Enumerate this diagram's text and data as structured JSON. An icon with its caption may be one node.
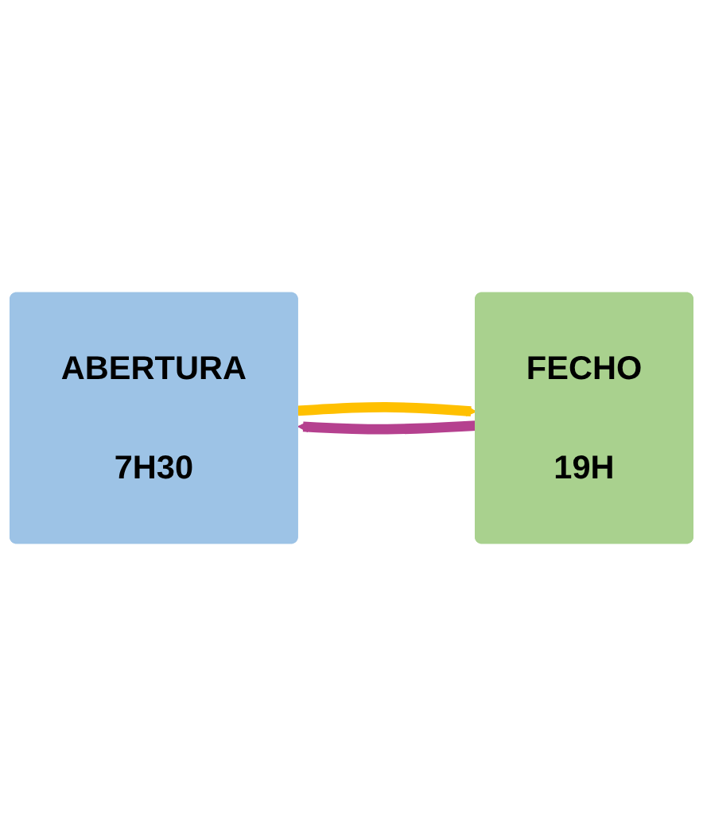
{
  "diagram": {
    "nodes": [
      {
        "text": [
          "ABERTURA",
          "7H30"
        ]
      },
      {
        "text": [
          "FECHO",
          "19H"
        ]
      }
    ],
    "edges": [
      {
        "from": 0,
        "to": 1,
        "arrow": "to",
        "color": "#ffc000"
      },
      {
        "from": 1,
        "to": 0,
        "arrow": "to",
        "color": "#b5418f"
      }
    ]
  }
}
